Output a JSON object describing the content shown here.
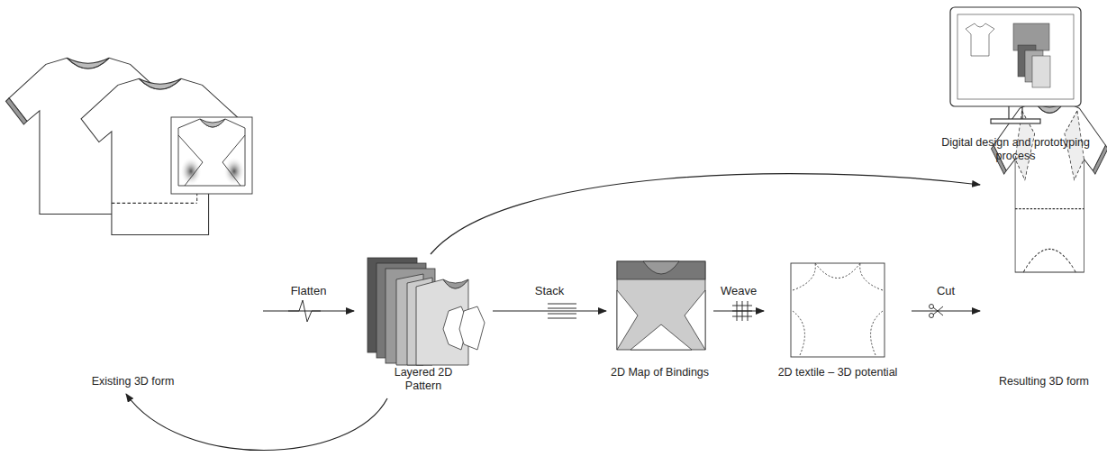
{
  "diagram": {
    "nodes": [
      {
        "text": [
          "Existing 3D form"
        ]
      },
      {
        "text": [
          "Layered 2D Pattern"
        ]
      },
      {
        "text": [
          "2D Map of Bindings"
        ]
      },
      {
        "text": [
          "2D textile – 3D potential"
        ]
      },
      {
        "text": [
          "Resulting 3D form"
        ]
      },
      {
        "text": [
          "Digital design and prototyping process"
        ]
      }
    ],
    "edges": [
      {
        "from": 0,
        "to": 1,
        "label": "Flatten",
        "arrow": "to"
      },
      {
        "from": 1,
        "to": 2,
        "label": "Stack",
        "arrow": "to"
      },
      {
        "from": 2,
        "to": 3,
        "label": "Weave",
        "arrow": "to"
      },
      {
        "from": 3,
        "to": 4,
        "label": "Cut",
        "arrow": "to"
      },
      {
        "from": 1,
        "to": 4,
        "arrow": "to"
      },
      {
        "from": 1,
        "to": 0,
        "arrow": "to"
      }
    ]
  }
}
